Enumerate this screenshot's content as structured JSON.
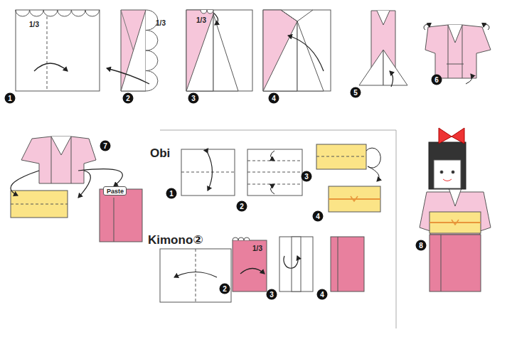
{
  "diagram": {
    "nodes": [
      {
        "text": [
          "Paste"
        ]
      }
    ],
    "labels": [
      "1",
      "1/3",
      "2",
      "1/3",
      "3",
      "1/3",
      "4",
      "5",
      "6",
      "7",
      "Obi",
      "1",
      "2",
      "3",
      "4",
      "Kimono②",
      "2",
      "1/3",
      "3",
      "4",
      "8"
    ]
  }
}
